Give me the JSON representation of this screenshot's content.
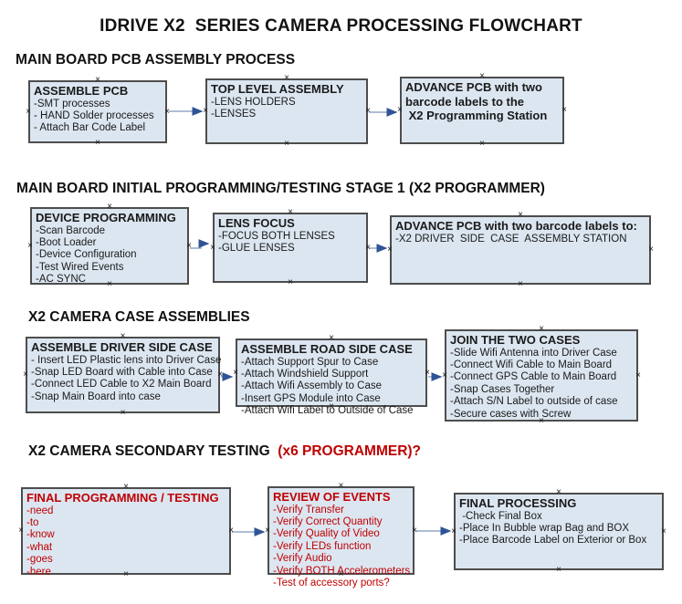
{
  "title": "IDRIVE X2  SERIES CAMERA PROCESSING FLOWCHART",
  "colors": {
    "box_fill": "#dce6f1",
    "box_border": "#4d4d4d",
    "red_text": "#c00000",
    "black_text": "#1a1a1a",
    "arrow_line": "#94a7c7",
    "arrow_head": "#2f5496",
    "handle": "#1a1a1a"
  },
  "sections": [
    {
      "heading_parts": [
        {
          "text": "MAIN BOARD PCB ASSEMBLY PROCESS",
          "color": "#111111"
        }
      ],
      "boxes": [
        {
          "title_lines": [
            "ASSEMBLE PCB"
          ],
          "items": [
            "-SMT processes",
            "- HAND Solder processes",
            "- Attach Bar Code Label"
          ],
          "text_color": "#1a1a1a"
        },
        {
          "title_lines": [
            "TOP LEVEL ASSEMBLY"
          ],
          "items": [
            "-LENS HOLDERS",
            "-LENSES"
          ],
          "text_color": "#1a1a1a"
        },
        {
          "title_lines": [
            "ADVANCE PCB with two",
            "barcode labels to the",
            " X2 Programming Station"
          ],
          "items": [],
          "text_color": "#1a1a1a"
        }
      ]
    },
    {
      "heading_parts": [
        {
          "text": "MAIN BOARD INITIAL PROGRAMMING/TESTING STAGE 1 (X2 PROGRAMMER)",
          "color": "#111111"
        }
      ],
      "boxes": [
        {
          "title_lines": [
            "DEVICE PROGRAMMING"
          ],
          "items": [
            "-Scan Barcode",
            "-Boot Loader",
            "-Device Configuration",
            "-Test Wired Events",
            "-AC SYNC"
          ],
          "text_color": "#1a1a1a"
        },
        {
          "title_lines": [
            "LENS FOCUS"
          ],
          "items": [
            "-FOCUS BOTH LENSES",
            "-GLUE LENSES"
          ],
          "text_color": "#1a1a1a"
        },
        {
          "title_lines": [
            "ADVANCE PCB with two barcode labels to:"
          ],
          "items": [
            "-X2 DRIVER  SIDE  CASE  ASSEMBLY STATION"
          ],
          "text_color": "#1a1a1a"
        }
      ]
    },
    {
      "heading_parts": [
        {
          "text": "X2 CAMERA CASE ASSEMBLIES",
          "color": "#111111"
        }
      ],
      "boxes": [
        {
          "title_lines": [
            "ASSEMBLE DRIVER SIDE CASE"
          ],
          "items": [
            "- Insert LED Plastic lens into Driver Case",
            "-Snap LED Board with Cable into Case",
            "-Connect LED Cable to X2 Main Board",
            "-Snap Main Board into case"
          ],
          "text_color": "#1a1a1a"
        },
        {
          "title_lines": [
            "ASSEMBLE ROAD SIDE CASE"
          ],
          "items": [
            "-Attach Support Spur to Case",
            "-Attach Windshield Support",
            "-Attach Wifi Assembly to Case",
            "-Insert GPS Module into Case",
            "-Attach Wifi Label to Outside of Case"
          ],
          "text_color": "#1a1a1a"
        },
        {
          "title_lines": [
            "JOIN THE TWO CASES"
          ],
          "items": [
            "-Slide Wifi Antenna into Driver Case",
            "-Connect Wifi Cable to Main Board",
            "-Connect GPS Cable to Main Board",
            "-Snap Cases Together",
            "-Attach S/N Label to outside of case",
            "-Secure cases with Screw"
          ],
          "text_color": "#1a1a1a"
        }
      ]
    },
    {
      "heading_parts": [
        {
          "text": "X2 CAMERA SECONDARY TESTING  ",
          "color": "#111111"
        },
        {
          "text": "(x6 PROGRAMMER)?",
          "color": "#c00000"
        }
      ],
      "boxes": [
        {
          "title_lines": [
            "FINAL PROGRAMMING / TESTING"
          ],
          "items": [
            "-need",
            "-to",
            "-know",
            "-what",
            "-goes",
            "-here"
          ],
          "text_color": "#c00000"
        },
        {
          "title_lines": [
            "REVIEW OF EVENTS"
          ],
          "items": [
            "-Verify Transfer",
            "-Verify Correct Quantity",
            "-Verify Quality of Video",
            "-Verify LEDs function",
            "-Verify Audio",
            "-Verify BOTH Accelerometers",
            "-Test of accessory ports?"
          ],
          "text_color": "#c00000"
        },
        {
          "title_lines": [
            "FINAL PROCESSING"
          ],
          "items": [
            " -Check Final Box",
            "-Place In Bubble wrap Bag and BOX",
            "-Place Barcode Label on Exterior or Box"
          ],
          "text_color": "#1a1a1a"
        }
      ]
    }
  ]
}
